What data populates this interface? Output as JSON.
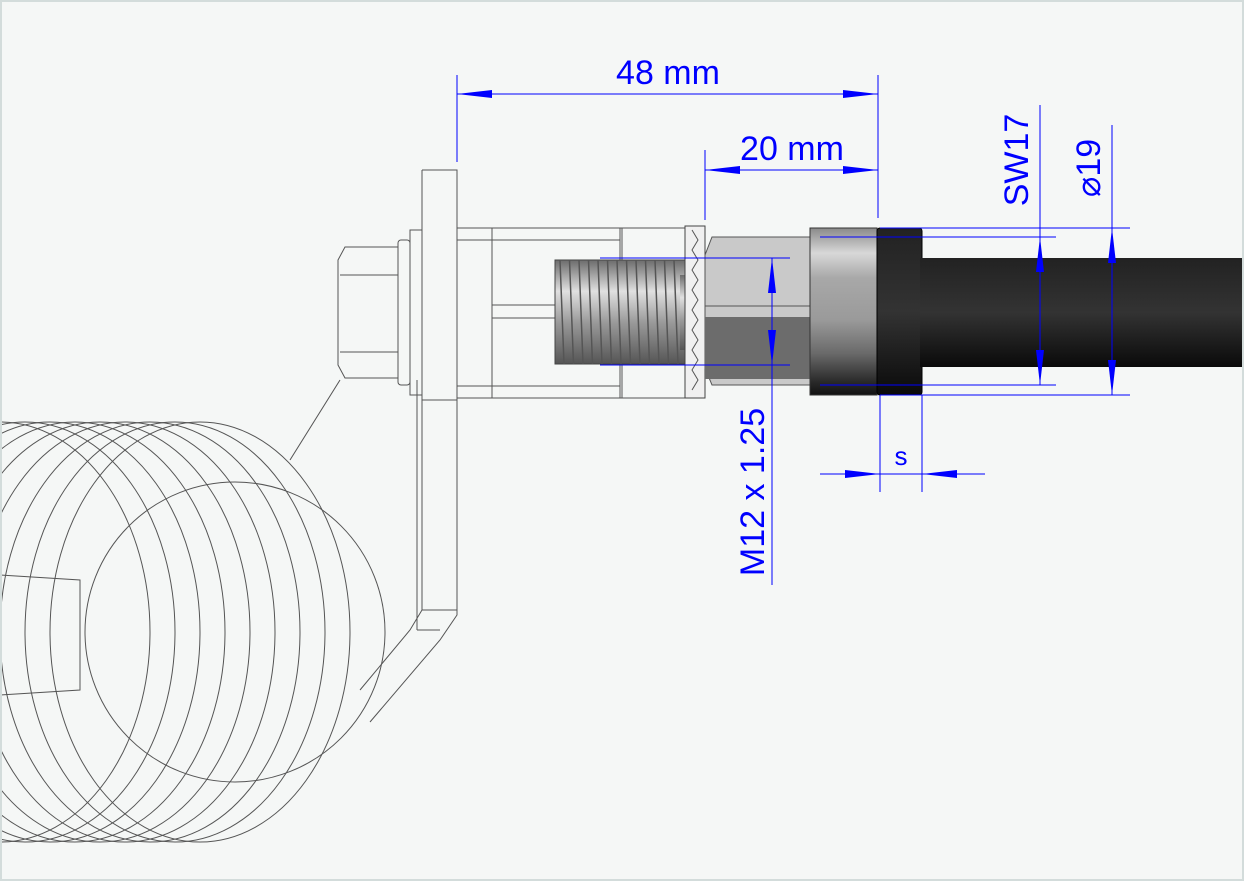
{
  "dimensions": {
    "overall_length": "48 mm",
    "nut_to_end_length": "20 mm",
    "wrench_size": "SW17",
    "diameter": "19",
    "diameter_symbol": "⌀",
    "thread": "M12 x 1.25",
    "gap": "s"
  },
  "colors": {
    "dimension": "#0000ff",
    "background": "#f5f7f6",
    "cable": "#111111"
  }
}
